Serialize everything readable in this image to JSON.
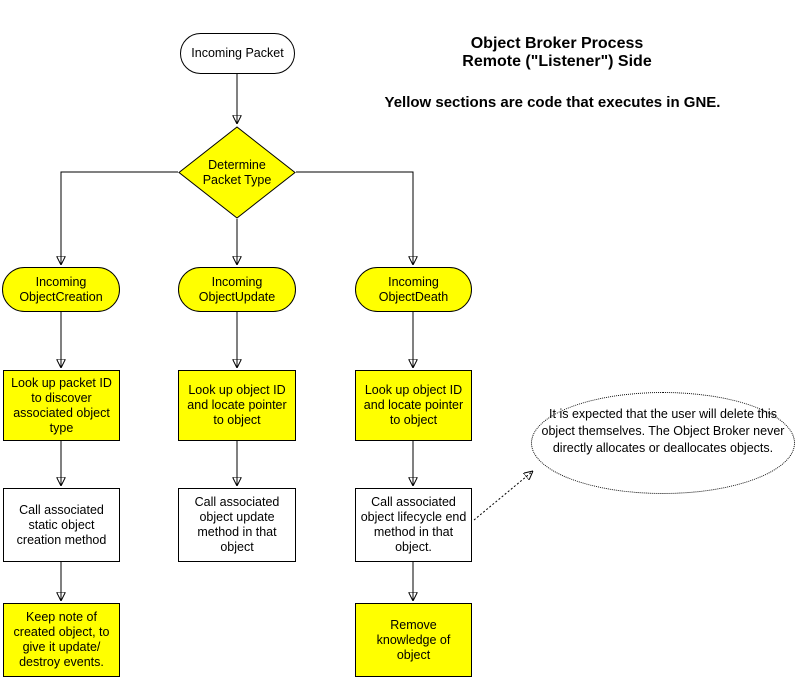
{
  "header": {
    "title_line1": "Object Broker Process",
    "title_line2": "Remote (\"Listener\") Side",
    "note": "Yellow sections are code that executes in GNE."
  },
  "colors": {
    "gne_highlight_yellow": "#FFFF00",
    "line_black": "#000000",
    "background_white": "#FFFFFF"
  },
  "nodes": {
    "incoming_packet": "Incoming Packet",
    "determine_packet_type": "Determine Packet Type",
    "incoming_object_creation": "Incoming ObjectCreation",
    "incoming_object_update": "Incoming ObjectUpdate",
    "incoming_object_death": "Incoming ObjectDeath",
    "lookup_packet_id": "Look up packet ID to discover associated object type",
    "lookup_object_id_update": "Look up object ID and locate pointer to object",
    "lookup_object_id_death": "Look up object ID and locate pointer to object",
    "call_static_creation": "Call associated static object creation method",
    "call_object_update": "Call associated object update method in that object",
    "call_lifecycle_end": "Call associated object lifecycle end method in that object.",
    "keep_note": "Keep note of created object, to give it update/ destroy events.",
    "remove_knowledge": "Remove knowledge of object"
  },
  "annotation": {
    "text": "It is expected that the user will delete this object themselves.  The Object Broker never directly allocates or deallocates objects."
  }
}
